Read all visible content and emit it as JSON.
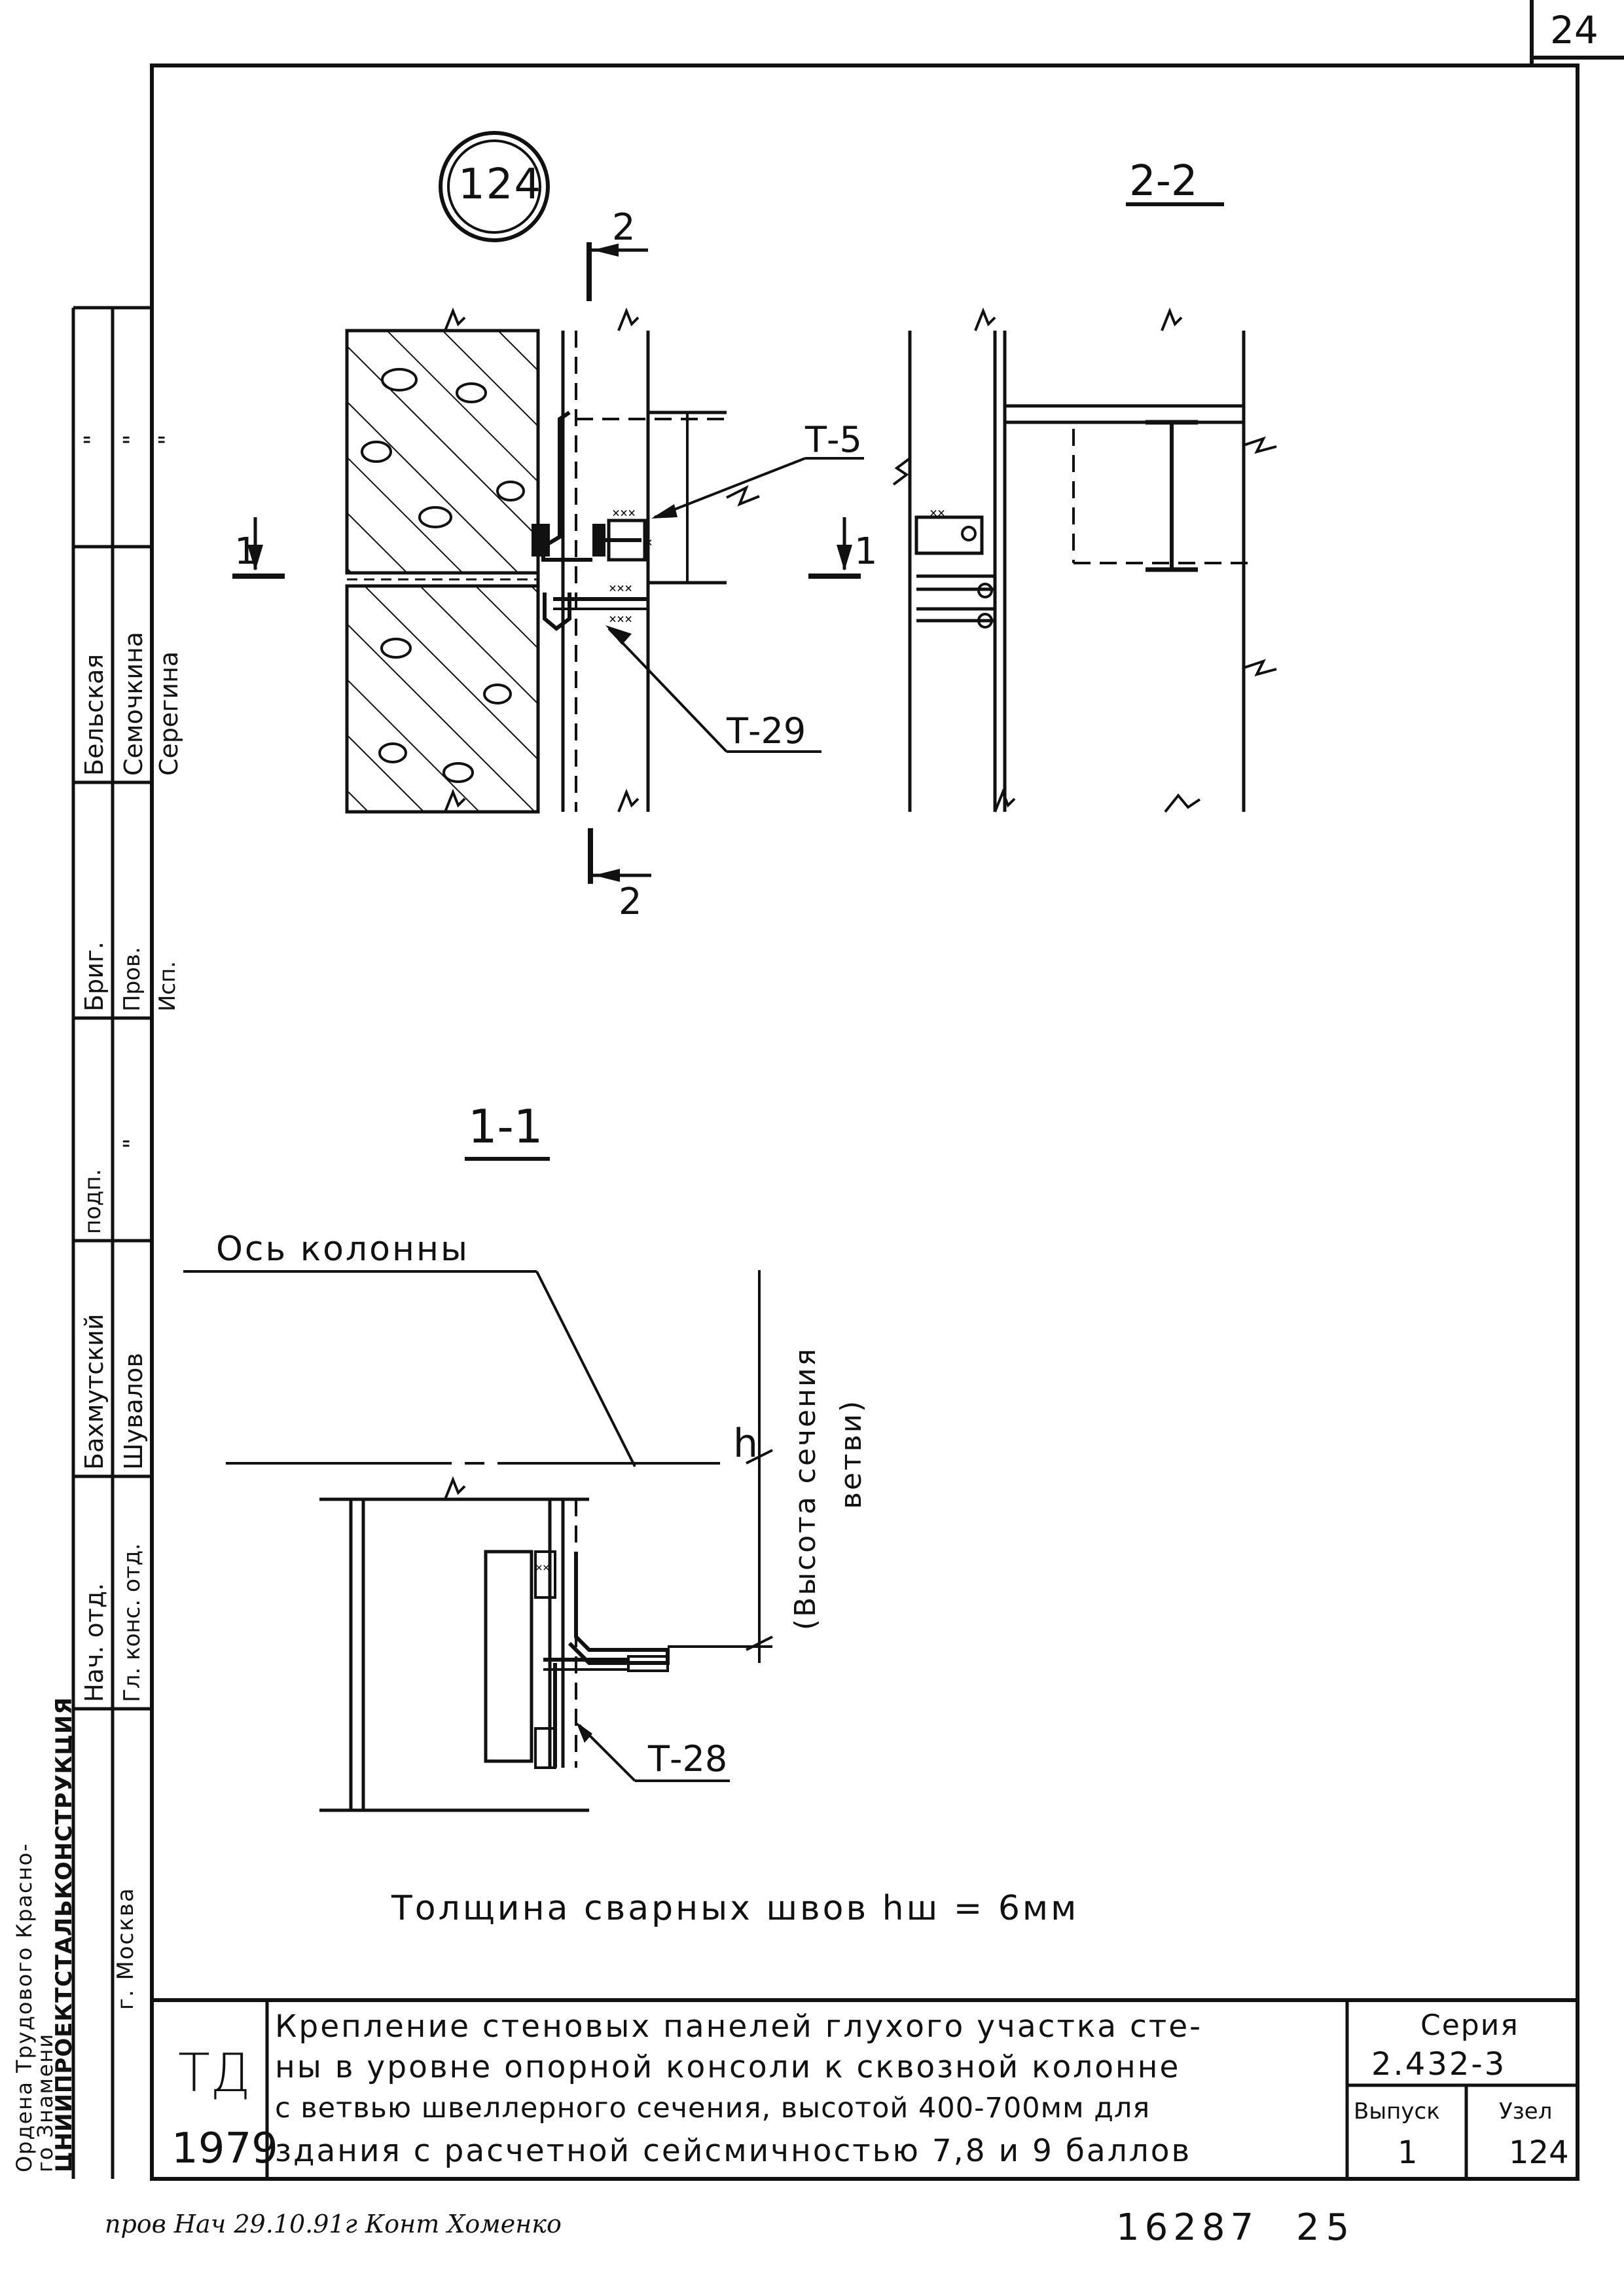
{
  "sheet_number": "24",
  "node_badge": "124",
  "section_labels": {
    "s22": "2-2",
    "s11": "1-1"
  },
  "cut_marks": {
    "top": "2",
    "bottom": "2",
    "left": "1",
    "right": "1"
  },
  "callouts": {
    "t5": "Т-5",
    "t29": "Т-29",
    "t28": "Т-28"
  },
  "column_axis_label": "Ось колонны",
  "h_symbol": "h",
  "h_note_line1": "(Высота сечения",
  "h_note_line2": "ветви)",
  "weld_note": "Толщина сварных швов hш = 6мм",
  "side_stamp": {
    "org_line1": "Ордена Трудового Красно-",
    "org_line2": "го Знамени",
    "org_line3": "ЦНИИПРОЕКТСТАЛЬКОНСТРУКЦИЯ",
    "org_line4": "г. Москва",
    "roles": [
      "Нач. отд.",
      "Гл. конс. отд.",
      "подп.",
      "Бриг.",
      "Пров.",
      "Исп."
    ],
    "names": [
      "Бахмутский",
      "Шувалов",
      "\"",
      "Бельская",
      "Семочкина",
      "Серегина",
      "\"",
      "\"",
      "\""
    ]
  },
  "title_block": {
    "code": "ТД",
    "year": "1979",
    "description_lines": [
      "Крепление стеновых панелей глухого участка сте-",
      "ны в уровне опорной консоли к сквозной колонне",
      "с ветвью швеллерного сечения, высотой 400-700мм для",
      "здания с расчетной сейсмичностью 7,8 и 9 баллов"
    ],
    "series_label": "Серия",
    "series_value": "2.432-3",
    "issue_label": "Выпуск",
    "issue_value": "1",
    "node_label": "Узел",
    "node_value": "124"
  },
  "footer": {
    "handwritten": "пров Нач 29.10.91г Конт Хоменко",
    "doc_number": "16287",
    "page_number": "25"
  },
  "colors": {
    "ink": "#111111",
    "paper": "#ffffff"
  }
}
